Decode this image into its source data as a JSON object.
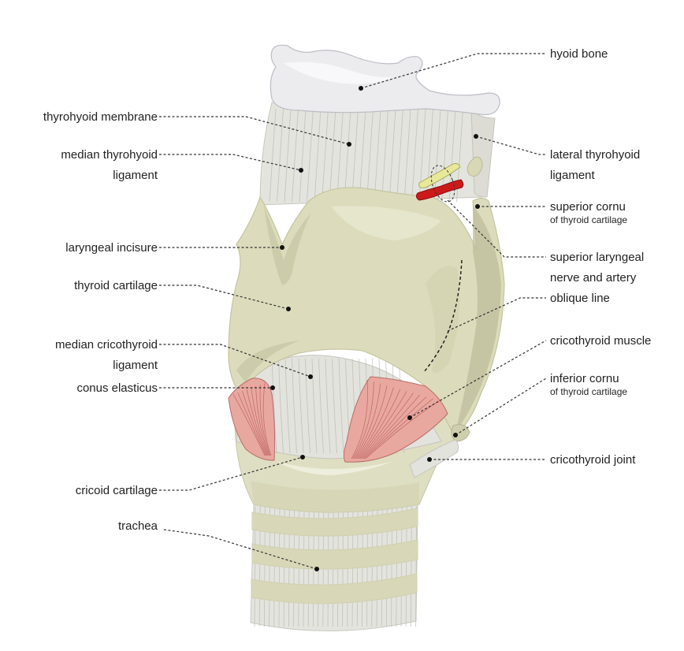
{
  "labels": {
    "hyoid_bone": "hyoid bone",
    "thyrohyoid_membrane": "thyrohyoid membrane",
    "median_thyrohyoid_ligament_1": "median thyrohyoid",
    "median_thyrohyoid_ligament_2": "ligament",
    "lateral_thyrohyoid_ligament_1": "lateral thyrohyoid",
    "lateral_thyrohyoid_ligament_2": "ligament",
    "superior_cornu_1": "superior cornu",
    "superior_cornu_2": "of thyroid cartilage",
    "laryngeal_incisure": "laryngeal incisure",
    "superior_laryngeal_1": "superior laryngeal",
    "superior_laryngeal_2": "nerve and artery",
    "thyroid_cartilage": "thyroid cartilage",
    "oblique_line": "oblique line",
    "median_cricothyroid_ligament_1": "median cricothyroid",
    "median_cricothyroid_ligament_2": "ligament",
    "cricothyroid_muscle": "cricothyroid muscle",
    "conus_elasticus": "conus elasticus",
    "inferior_cornu_1": "inferior cornu",
    "inferior_cornu_2": "of thyroid cartilage",
    "cricothyroid_joint": "cricothyroid joint",
    "cricoid_cartilage": "cricoid cartilage",
    "trachea": "trachea"
  },
  "colors": {
    "bone": "#ececef",
    "cartilage": "#dcdcbc",
    "cartilage_shadow": "#bdbd9c",
    "membrane": "#e2e2dc",
    "muscle": "#e8a8a0",
    "nerve": "#e8e89a",
    "artery": "#cc1a1a",
    "leader": "#333333"
  }
}
